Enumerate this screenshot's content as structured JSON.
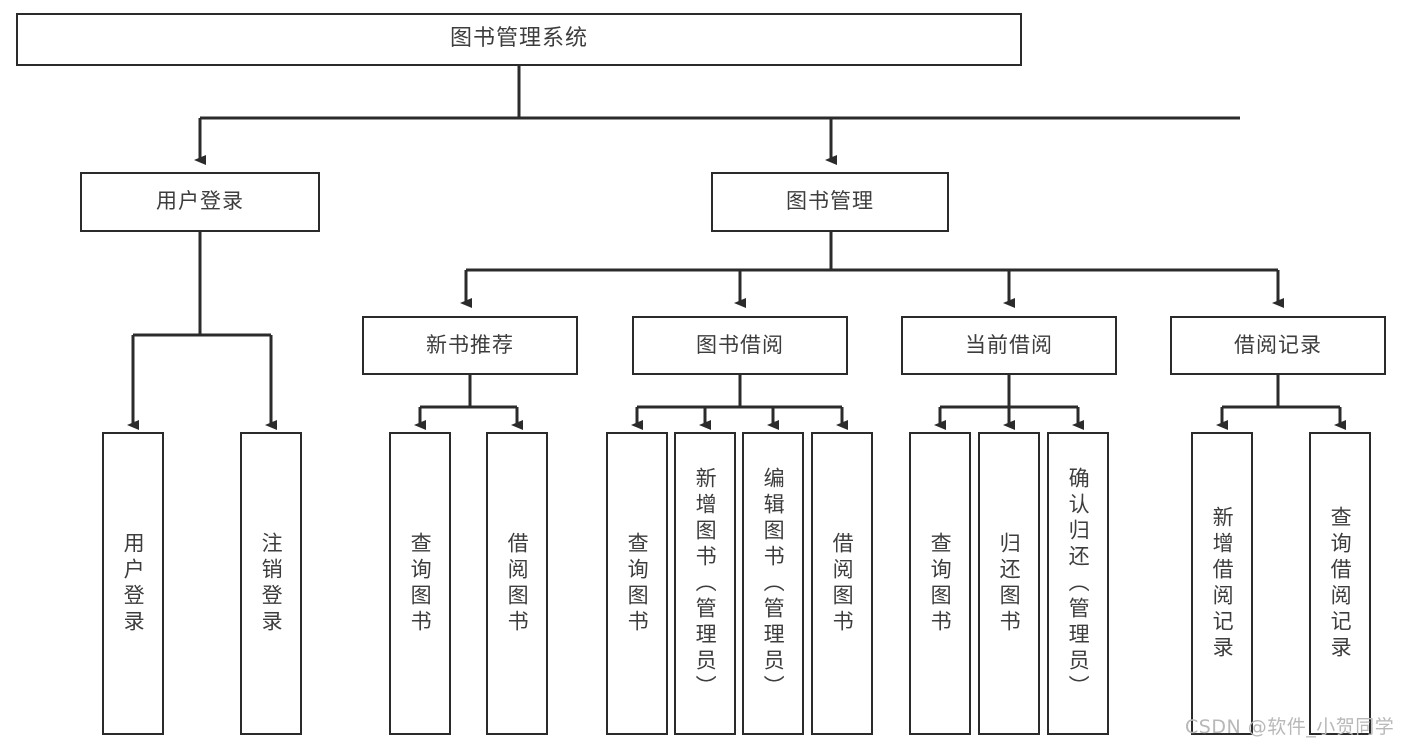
{
  "diagram": {
    "title": "图书管理系统",
    "type": "hierarchy-tree",
    "root": {
      "label": "图书管理系统"
    },
    "level2": [
      {
        "label": "用户登录"
      },
      {
        "label": "图书管理"
      }
    ],
    "level3": [
      {
        "label": "新书推荐"
      },
      {
        "label": "图书借阅"
      },
      {
        "label": "当前借阅"
      },
      {
        "label": "借阅记录"
      }
    ],
    "leaves": {
      "user_login": [
        {
          "label": "用户登录"
        },
        {
          "label": "注销登录"
        }
      ],
      "new_book_recommend": [
        {
          "label": "查询图书"
        },
        {
          "label": "借阅图书"
        }
      ],
      "book_borrow": [
        {
          "label": "查询图书"
        },
        {
          "label": "新增图书（管理员）"
        },
        {
          "label": "编辑图书（管理员）"
        },
        {
          "label": "借阅图书"
        }
      ],
      "current_borrow": [
        {
          "label": "查询图书"
        },
        {
          "label": "归还图书"
        },
        {
          "label": "确认归还（管理员）"
        }
      ],
      "borrow_record": [
        {
          "label": "新增借阅记录"
        },
        {
          "label": "查询借阅记录"
        }
      ]
    }
  },
  "watermark": {
    "text": "CSDN @软件_小贺同学"
  },
  "colors": {
    "stroke": "#2b2b2b",
    "text": "#3d3d3d",
    "background": "#ffffff",
    "watermark": "#b8b8b8"
  }
}
